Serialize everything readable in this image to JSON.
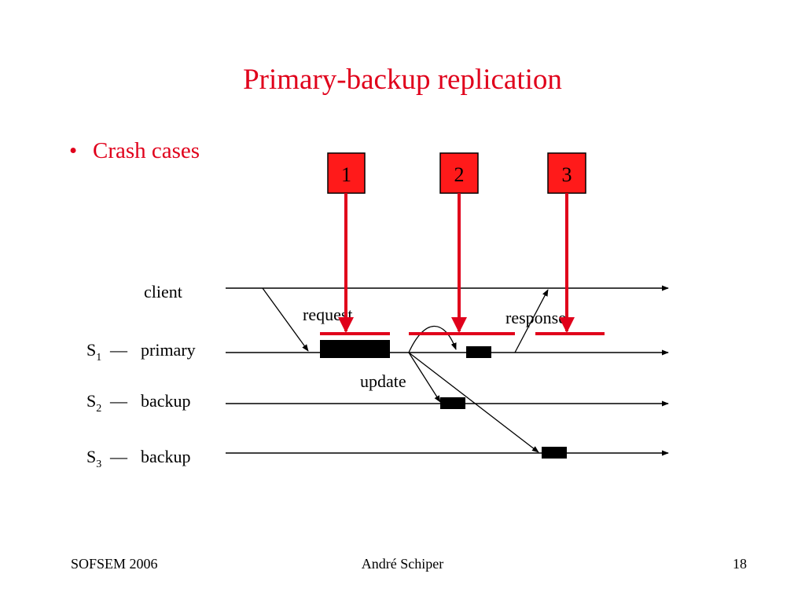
{
  "slide": {
    "title": "Primary-backup replication",
    "bullet": "Crash cases"
  },
  "diagram": {
    "processes": [
      {
        "label": "client",
        "sub": "",
        "role": ""
      },
      {
        "label": "S",
        "sub": "1",
        "role": "primary"
      },
      {
        "label": "S",
        "sub": "2",
        "role": "backup"
      },
      {
        "label": "S",
        "sub": "3",
        "role": "backup"
      }
    ],
    "dash": "—",
    "messages": {
      "request": "request",
      "update": "update",
      "response": "response"
    },
    "crash_cases": [
      "1",
      "2",
      "3"
    ],
    "colors": {
      "accent": "#e0001b",
      "crash_box_fill": "#ff1a1a",
      "line": "#000000"
    }
  },
  "footer": {
    "left": "SOFSEM 2006",
    "center": "André Schiper",
    "right": "18"
  }
}
